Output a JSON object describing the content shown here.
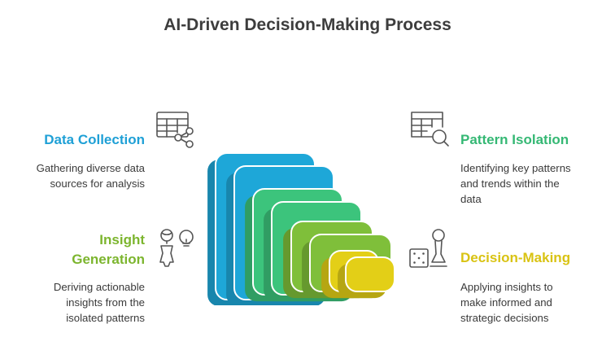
{
  "title": "AI-Driven Decision-Making Process",
  "colors": {
    "blue": "#1ea7d8",
    "green": "#3cc47c",
    "olive": "#7fbf3a",
    "yellow": "#e3cf17",
    "heading_blue": "#1fa0d6",
    "heading_green": "#35b874",
    "heading_olive": "#7cb52e",
    "heading_yellow": "#d9c313"
  },
  "items": {
    "data_collection": {
      "title": "Data Collection",
      "lines": [
        "Gathering diverse data",
        "sources for analysis"
      ],
      "icon": "table-share-icon"
    },
    "pattern_isolation": {
      "title": "Pattern Isolation",
      "lines": [
        "Identifying key patterns",
        "and trends within the",
        "data"
      ],
      "icon": "table-search-icon"
    },
    "insight_generation": {
      "title_lines": [
        "Insight",
        "Generation"
      ],
      "lines": [
        "Deriving actionable",
        "insights from the",
        "isolated patterns"
      ],
      "icon": "person-lightbulb-icon"
    },
    "decision_making": {
      "title": "Decision-Making",
      "lines": [
        "Applying insights to",
        "make informed and",
        "strategic decisions"
      ],
      "icon": "dice-pawn-icon"
    }
  }
}
